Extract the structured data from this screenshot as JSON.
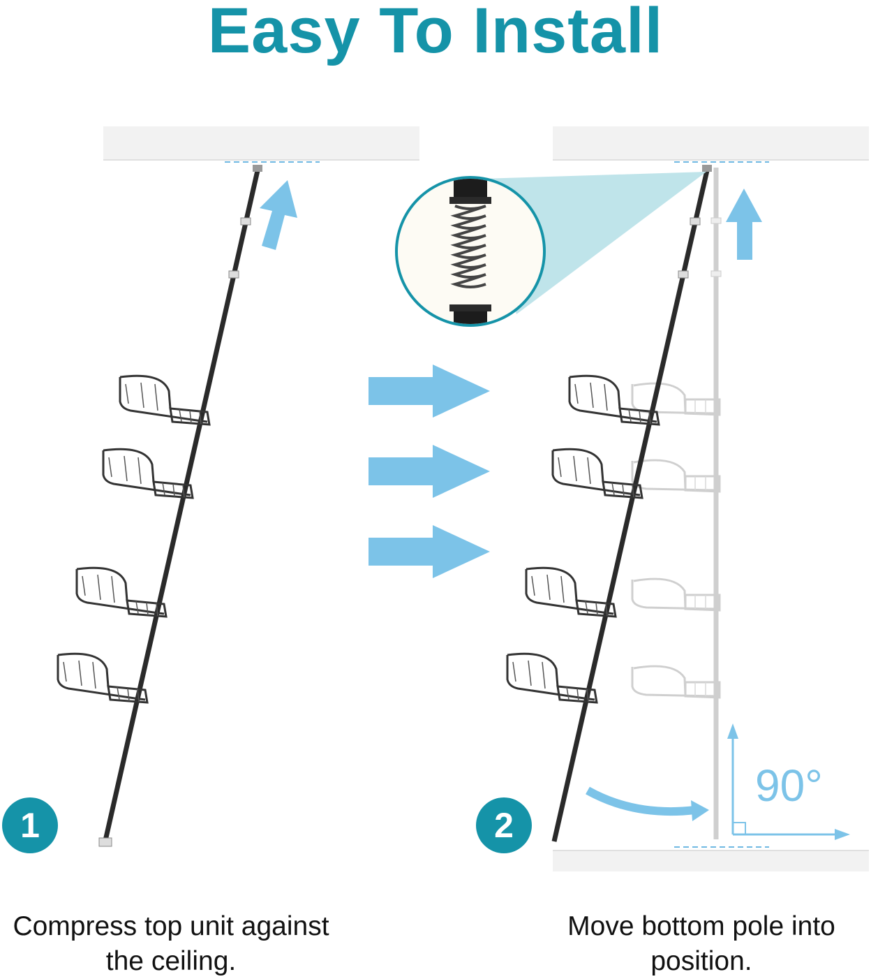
{
  "title": "Easy To Install",
  "steps": [
    {
      "number": "1",
      "caption_line1": "Compress top unit against",
      "caption_line2": "the ceiling."
    },
    {
      "number": "2",
      "caption_line1": "Move bottom pole into",
      "caption_line2": "position."
    }
  ],
  "angle_label": "90°",
  "colors": {
    "title": "#1593a8",
    "badge": "#1593a8",
    "arrow": "#7cc3e8",
    "pole": "#2a2a2a",
    "ghost": "#cfcfcf",
    "surface": "#f2f2f2"
  },
  "icons": [
    "up-arrow-icon",
    "right-arrow-icon",
    "curved-arrow-icon",
    "right-angle-icon",
    "spring-detail-icon"
  ]
}
